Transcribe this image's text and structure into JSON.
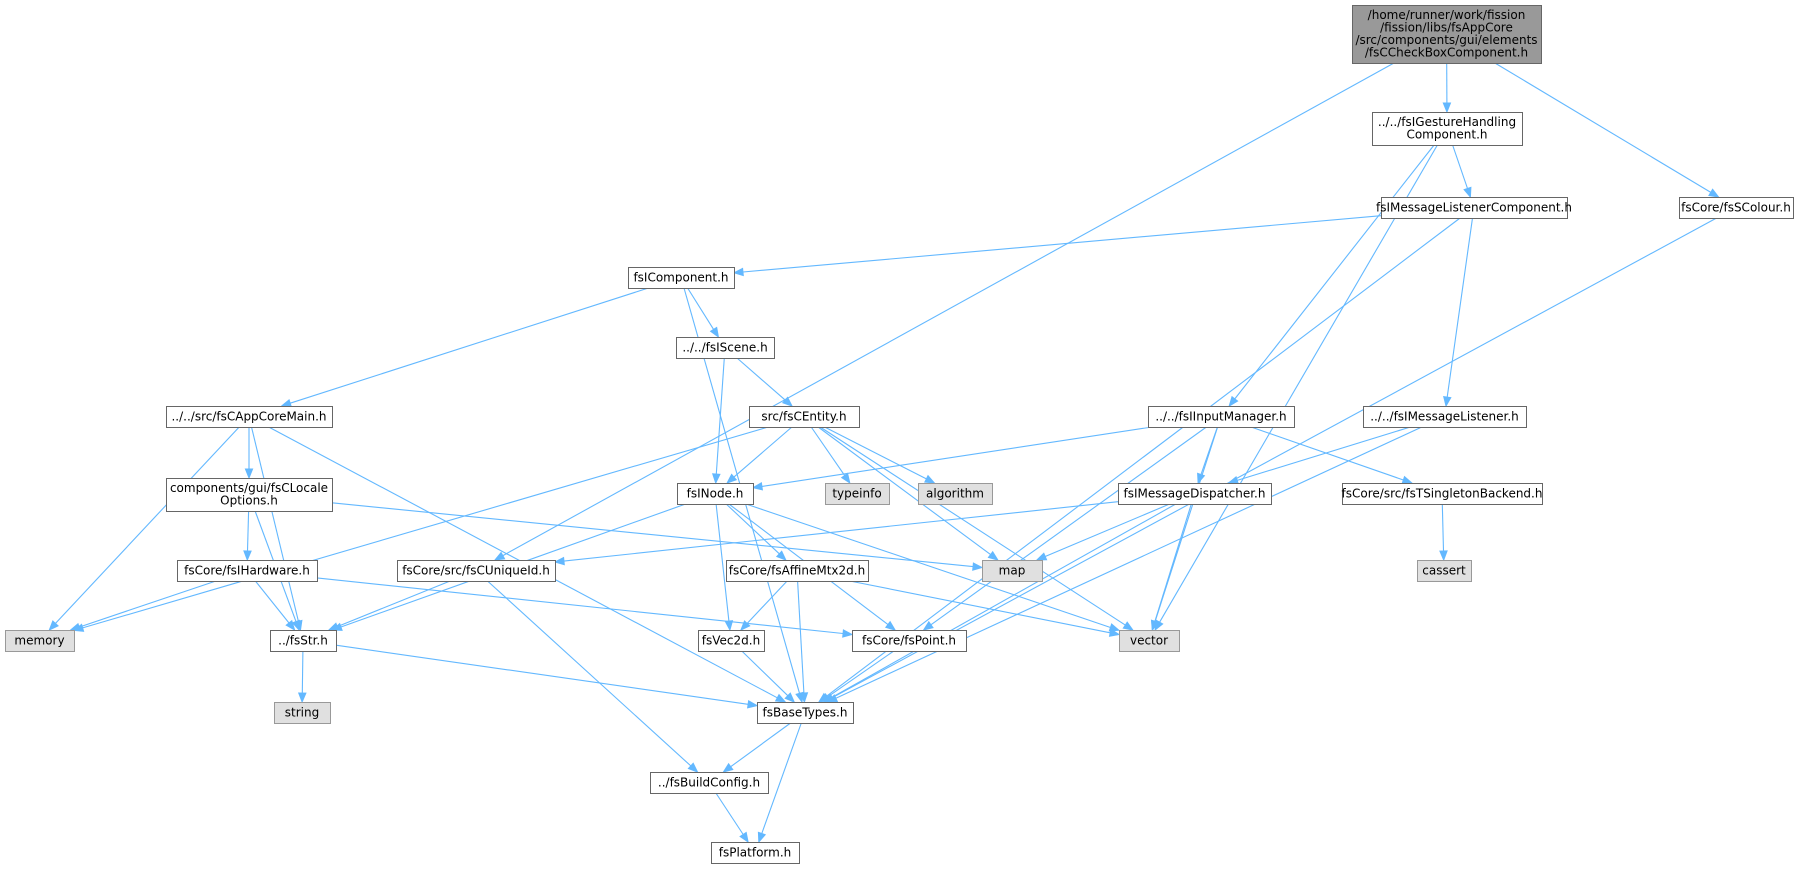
{
  "colors": {
    "edge": "#63b8ff",
    "node_fill": "#ffffff",
    "node_border": "#666666",
    "root_fill": "#999999",
    "root_border": "#666666",
    "system_fill": "#e0e0e0",
    "system_border": "#999999"
  },
  "nodes": [
    {
      "id": "root",
      "kind": "root",
      "lines": [
        "/home/runner/work/fission",
        "/fission/libs/fsAppCore",
        "/src/components/gui/elements",
        "/fsCCheckBoxComponent.h"
      ]
    },
    {
      "id": "gesture",
      "kind": "file",
      "lines": [
        "../../fsIGestureHandling",
        "Component.h"
      ]
    },
    {
      "id": "scolour",
      "kind": "file",
      "lines": [
        "fsCore/fsSColour.h"
      ]
    },
    {
      "id": "msglistcomp",
      "kind": "file",
      "lines": [
        "fsIMessageListenerComponent.h"
      ]
    },
    {
      "id": "icomponent",
      "kind": "file",
      "lines": [
        "fsIComponent.h"
      ]
    },
    {
      "id": "iscene",
      "kind": "file",
      "lines": [
        "../../fsIScene.h"
      ]
    },
    {
      "id": "appcoremain",
      "kind": "file",
      "lines": [
        "../../src/fsCAppCoreMain.h"
      ]
    },
    {
      "id": "centity",
      "kind": "file",
      "lines": [
        "src/fsCEntity.h"
      ]
    },
    {
      "id": "inputmgr",
      "kind": "file",
      "lines": [
        "../../fsIInputManager.h"
      ]
    },
    {
      "id": "msglistener",
      "kind": "file",
      "lines": [
        "../../fsIMessageListener.h"
      ]
    },
    {
      "id": "locale",
      "kind": "file",
      "lines": [
        "components/gui/fsCLocale",
        "Options.h"
      ]
    },
    {
      "id": "inode",
      "kind": "file",
      "lines": [
        "fsINode.h"
      ]
    },
    {
      "id": "typeinfo",
      "kind": "system",
      "lines": [
        "typeinfo"
      ]
    },
    {
      "id": "algorithm",
      "kind": "system",
      "lines": [
        "algorithm"
      ]
    },
    {
      "id": "msgdispatch",
      "kind": "file",
      "lines": [
        "fsIMessageDispatcher.h"
      ]
    },
    {
      "id": "singleton",
      "kind": "file",
      "lines": [
        "fsCore/src/fsTSingletonBackend.h"
      ]
    },
    {
      "id": "hardware",
      "kind": "file",
      "lines": [
        "fsCore/fsIHardware.h"
      ]
    },
    {
      "id": "uniqueid",
      "kind": "file",
      "lines": [
        "fsCore/src/fsCUniqueId.h"
      ]
    },
    {
      "id": "affine",
      "kind": "file",
      "lines": [
        "fsCore/fsAffineMtx2d.h"
      ]
    },
    {
      "id": "map",
      "kind": "system",
      "lines": [
        "map"
      ]
    },
    {
      "id": "cassert",
      "kind": "system",
      "lines": [
        "cassert"
      ]
    },
    {
      "id": "memory",
      "kind": "system",
      "lines": [
        "memory"
      ]
    },
    {
      "id": "fsstr",
      "kind": "file",
      "lines": [
        "../fsStr.h"
      ]
    },
    {
      "id": "vec2d",
      "kind": "file",
      "lines": [
        "fsVec2d.h"
      ]
    },
    {
      "id": "point",
      "kind": "file",
      "lines": [
        "fsCore/fsPoint.h"
      ]
    },
    {
      "id": "vector",
      "kind": "system",
      "lines": [
        "vector"
      ]
    },
    {
      "id": "string",
      "kind": "system",
      "lines": [
        "string"
      ]
    },
    {
      "id": "basetypes",
      "kind": "file",
      "lines": [
        "fsBaseTypes.h"
      ]
    },
    {
      "id": "buildconfig",
      "kind": "file",
      "lines": [
        "../fsBuildConfig.h"
      ]
    },
    {
      "id": "platform",
      "kind": "file",
      "lines": [
        "fsPlatform.h"
      ]
    }
  ],
  "edges": [
    [
      "root",
      "gesture"
    ],
    [
      "root",
      "scolour"
    ],
    [
      "root",
      "uniqueid"
    ],
    [
      "gesture",
      "msglistcomp"
    ],
    [
      "gesture",
      "inputmgr"
    ],
    [
      "gesture",
      "vector"
    ],
    [
      "scolour",
      "basetypes"
    ],
    [
      "msglistcomp",
      "icomponent"
    ],
    [
      "msglistcomp",
      "msglistener"
    ],
    [
      "msglistcomp",
      "basetypes"
    ],
    [
      "icomponent",
      "iscene"
    ],
    [
      "icomponent",
      "appcoremain"
    ],
    [
      "icomponent",
      "basetypes"
    ],
    [
      "iscene",
      "centity"
    ],
    [
      "iscene",
      "inode"
    ],
    [
      "appcoremain",
      "locale"
    ],
    [
      "appcoremain",
      "memory"
    ],
    [
      "appcoremain",
      "fsstr"
    ],
    [
      "appcoremain",
      "basetypes"
    ],
    [
      "centity",
      "inode"
    ],
    [
      "centity",
      "typeinfo"
    ],
    [
      "centity",
      "algorithm"
    ],
    [
      "centity",
      "map"
    ],
    [
      "centity",
      "vector"
    ],
    [
      "centity",
      "memory"
    ],
    [
      "inputmgr",
      "inode"
    ],
    [
      "inputmgr",
      "msgdispatch"
    ],
    [
      "inputmgr",
      "singleton"
    ],
    [
      "inputmgr",
      "point"
    ],
    [
      "inputmgr",
      "vector"
    ],
    [
      "msglistener",
      "msgdispatch"
    ],
    [
      "msglistener",
      "basetypes"
    ],
    [
      "locale",
      "hardware"
    ],
    [
      "locale",
      "fsstr"
    ],
    [
      "locale",
      "map"
    ],
    [
      "inode",
      "affine"
    ],
    [
      "inode",
      "vec2d"
    ],
    [
      "inode",
      "point"
    ],
    [
      "inode",
      "fsstr"
    ],
    [
      "inode",
      "vector"
    ],
    [
      "msgdispatch",
      "uniqueid"
    ],
    [
      "msgdispatch",
      "map"
    ],
    [
      "msgdispatch",
      "vector"
    ],
    [
      "msgdispatch",
      "basetypes"
    ],
    [
      "singleton",
      "cassert"
    ],
    [
      "hardware",
      "memory"
    ],
    [
      "hardware",
      "fsstr"
    ],
    [
      "hardware",
      "point"
    ],
    [
      "uniqueid",
      "fsstr"
    ],
    [
      "uniqueid",
      "buildconfig"
    ],
    [
      "affine",
      "vec2d"
    ],
    [
      "affine",
      "basetypes"
    ],
    [
      "affine",
      "vector"
    ],
    [
      "fsstr",
      "string"
    ],
    [
      "fsstr",
      "basetypes"
    ],
    [
      "vec2d",
      "basetypes"
    ],
    [
      "point",
      "basetypes"
    ],
    [
      "basetypes",
      "buildconfig"
    ],
    [
      "basetypes",
      "platform"
    ],
    [
      "buildconfig",
      "platform"
    ]
  ]
}
